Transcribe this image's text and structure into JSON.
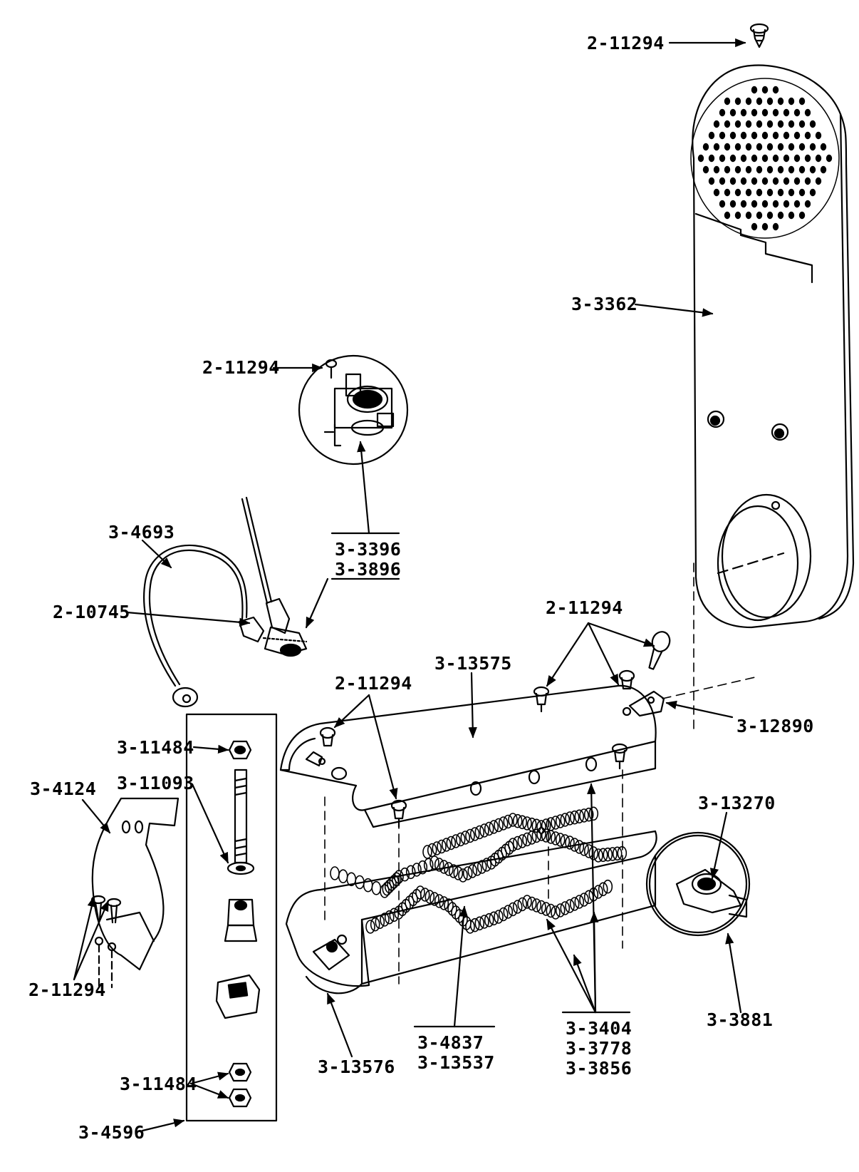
{
  "diagram": {
    "labels": {
      "screw_top": "2-11294",
      "outlet_panel": "3-3362",
      "screw_thermostat": "2-11294",
      "thermostat_a": "3-3396",
      "thermostat_b": "3-3896",
      "ground_wire": "3-4693",
      "terminal": "2-10745",
      "screws_shield": "2-11294",
      "shield_top": "3-13575",
      "screws_shield_left": "2-11294",
      "bracket": "3-12890",
      "nut_top": "3-11484",
      "stud": "3-11093",
      "clamp": "3-4124",
      "screws_clamp": "2-11294",
      "cutoff": "3-13270",
      "cutoff_part": "3-3881",
      "shield_bottom": "3-13576",
      "element_a": "3-4837",
      "element_b": "3-13537",
      "coil_a": "3-3404",
      "coil_b": "3-3778",
      "coil_c": "3-3856",
      "nuts_bottom": "3-11484",
      "terminal_kit": "3-4596"
    },
    "colors": {
      "ink": "#000000",
      "paper": "#ffffff"
    }
  }
}
